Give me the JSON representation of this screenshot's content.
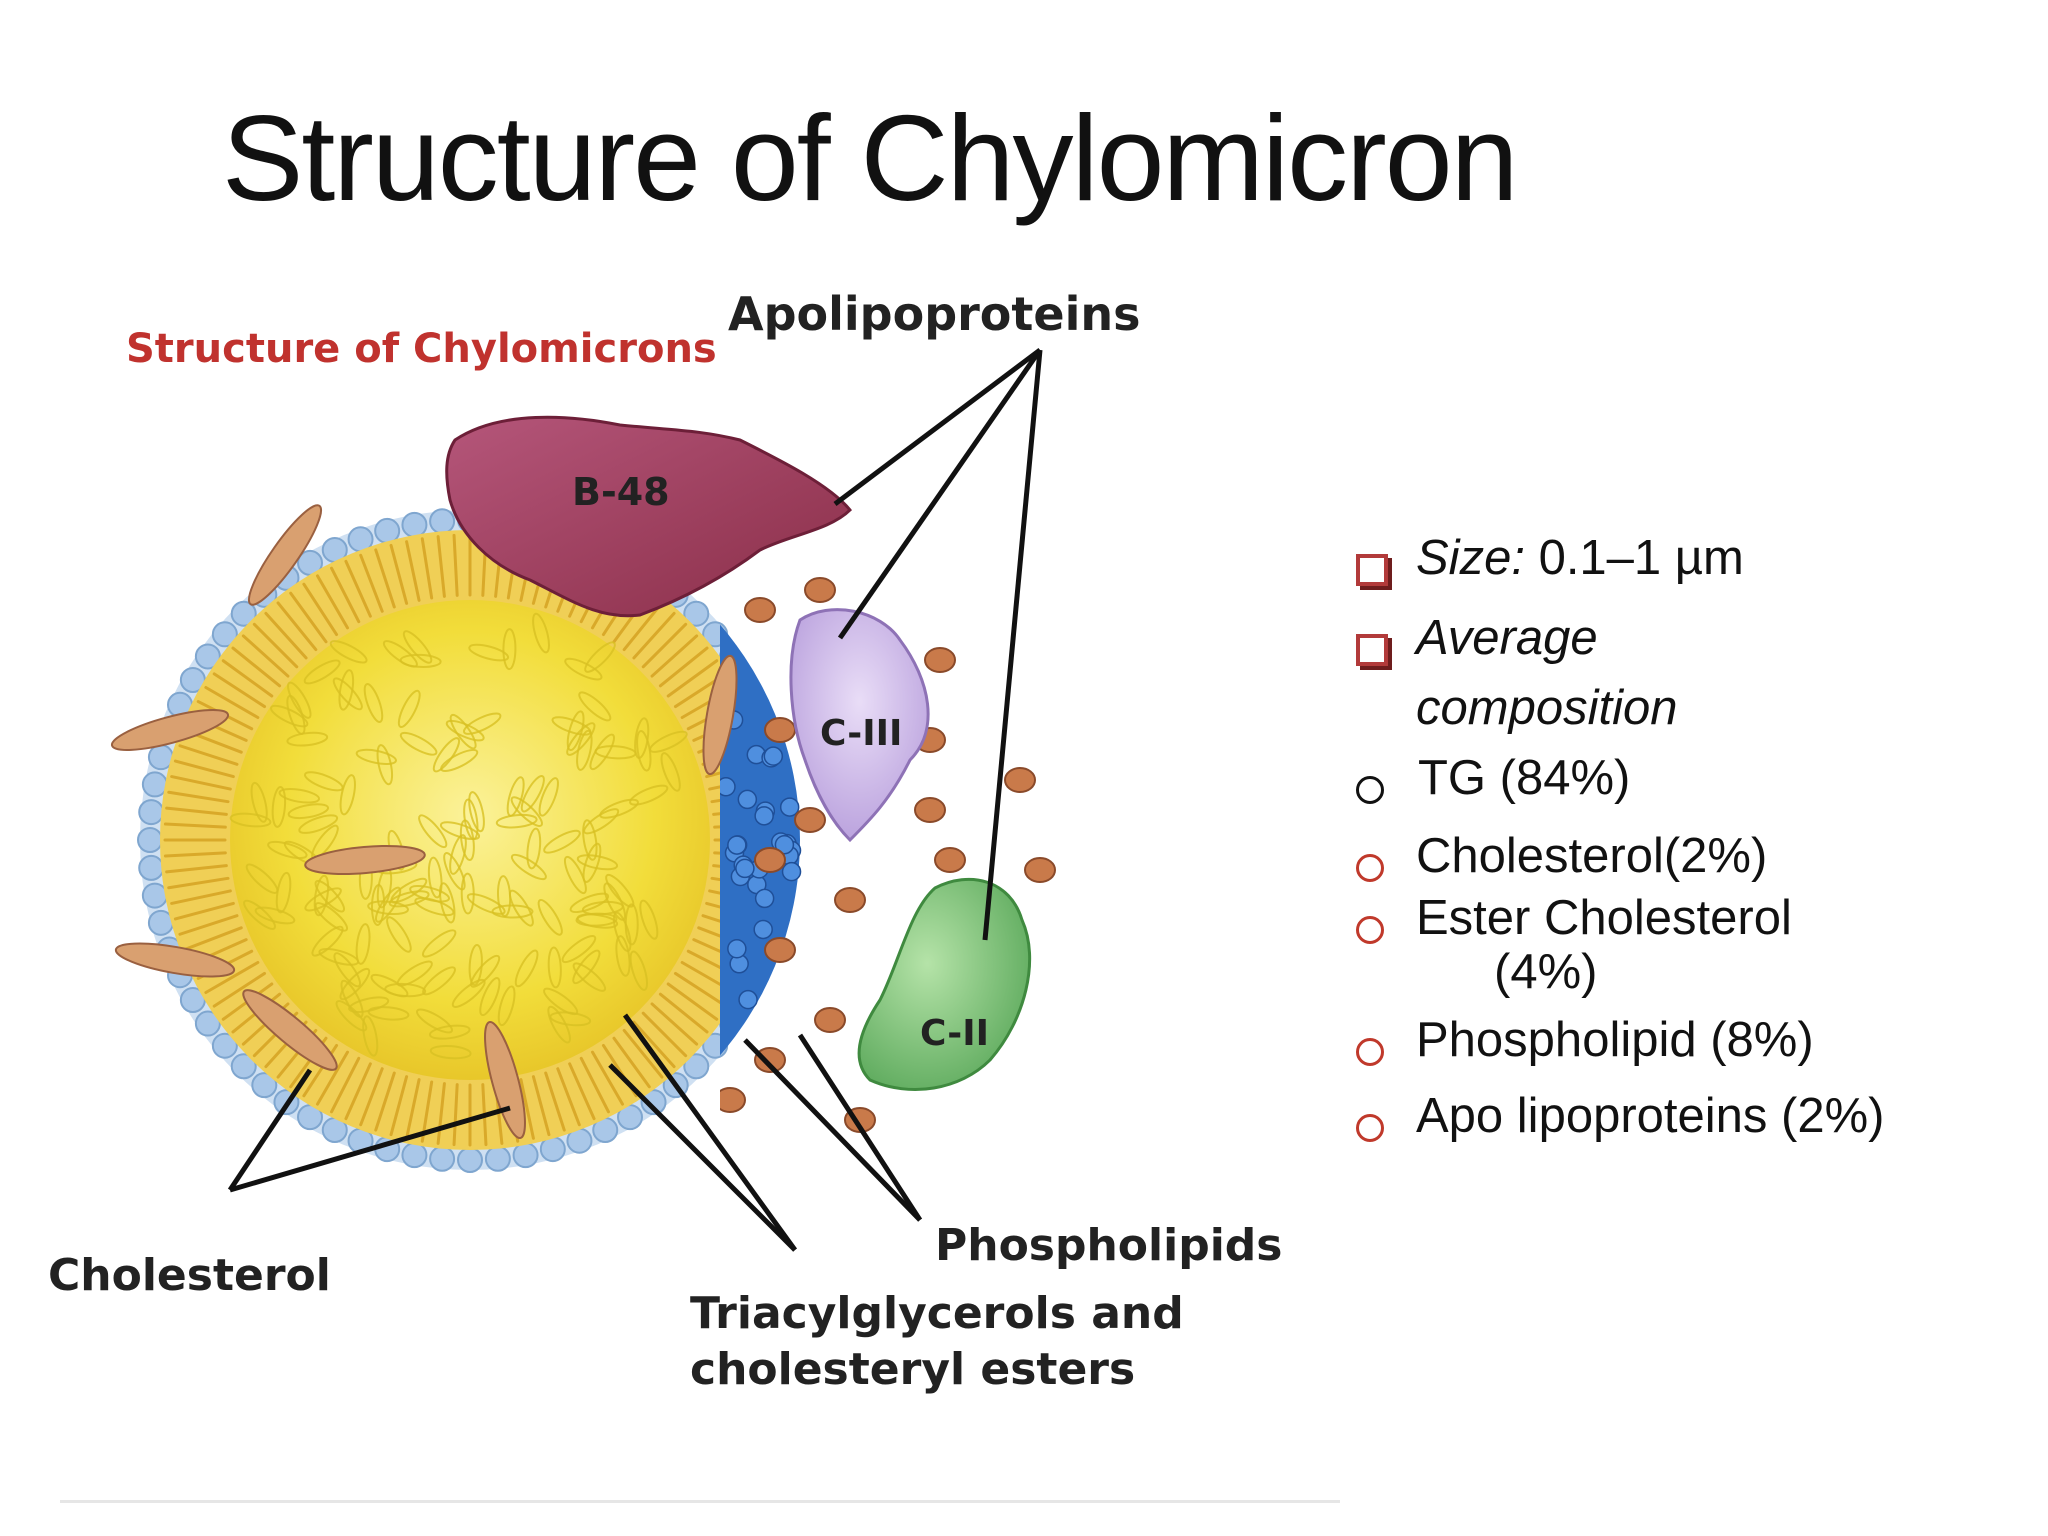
{
  "slide": {
    "title": "Structure of Chylomicron"
  },
  "diagram": {
    "title": "Structure of Chylomicrons",
    "labels": {
      "apolipoproteins": "Apolipoproteins",
      "b48": "B-48",
      "c3": "C-III",
      "c2": "C-II",
      "cholesterol": "Cholesterol",
      "phospholipids": "Phospholipids",
      "tag_line1": "Triacylglycerols and",
      "tag_line2": "cholesteryl esters"
    },
    "colors": {
      "title_red": "#c0322e",
      "core_yellow": "#f4e13a",
      "shell_blue": "#2f6fc4",
      "b48_maroon": "#9a3a5a",
      "c3_lavender": "#c9b4e6",
      "c2_green": "#7cc47a"
    }
  },
  "composition": {
    "size_label": "Size:",
    "size_value": "0.1–1 µm",
    "avg_line1": "Average",
    "avg_line2": "composition",
    "items": [
      {
        "label": "TG (84%)"
      },
      {
        "label": "Cholesterol(2%)"
      },
      {
        "label": "Ester Cholesterol"
      },
      {
        "label": "(4%)"
      },
      {
        "label": "Phospholipid (8%)"
      },
      {
        "label": "Apo lipoproteins (2%)"
      }
    ],
    "bullet_square_icon": "hollow-square-bullet",
    "bullet_circle_icon": "hollow-circle-bullet"
  }
}
